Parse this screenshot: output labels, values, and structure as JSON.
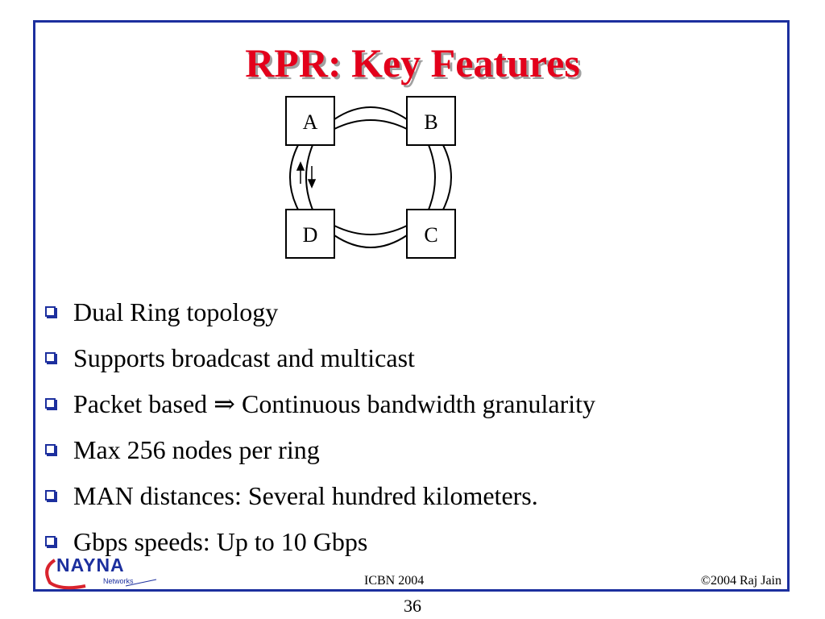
{
  "slide": {
    "title": "RPR: Key Features",
    "diagram": {
      "nodes": [
        "A",
        "B",
        "C",
        "D"
      ]
    },
    "bullets": [
      "Dual Ring topology",
      "Supports broadcast and multicast",
      "Packet based ⇒ Continuous bandwidth granularity",
      "Max 256 nodes per ring",
      "MAN distances: Several hundred kilometers.",
      "Gbps speeds: Up to 10 Gbps"
    ],
    "footer": {
      "center": "ICBN 2004",
      "right": "©2004 Raj Jain",
      "page_number": "36",
      "logo_text": "NAYNA",
      "logo_subtext": "Networks"
    }
  },
  "colors": {
    "title": "#e3001b",
    "frame": "#1c2f9e",
    "bullet": "#1c2f9e",
    "logo_swoosh": "#d9232d"
  }
}
